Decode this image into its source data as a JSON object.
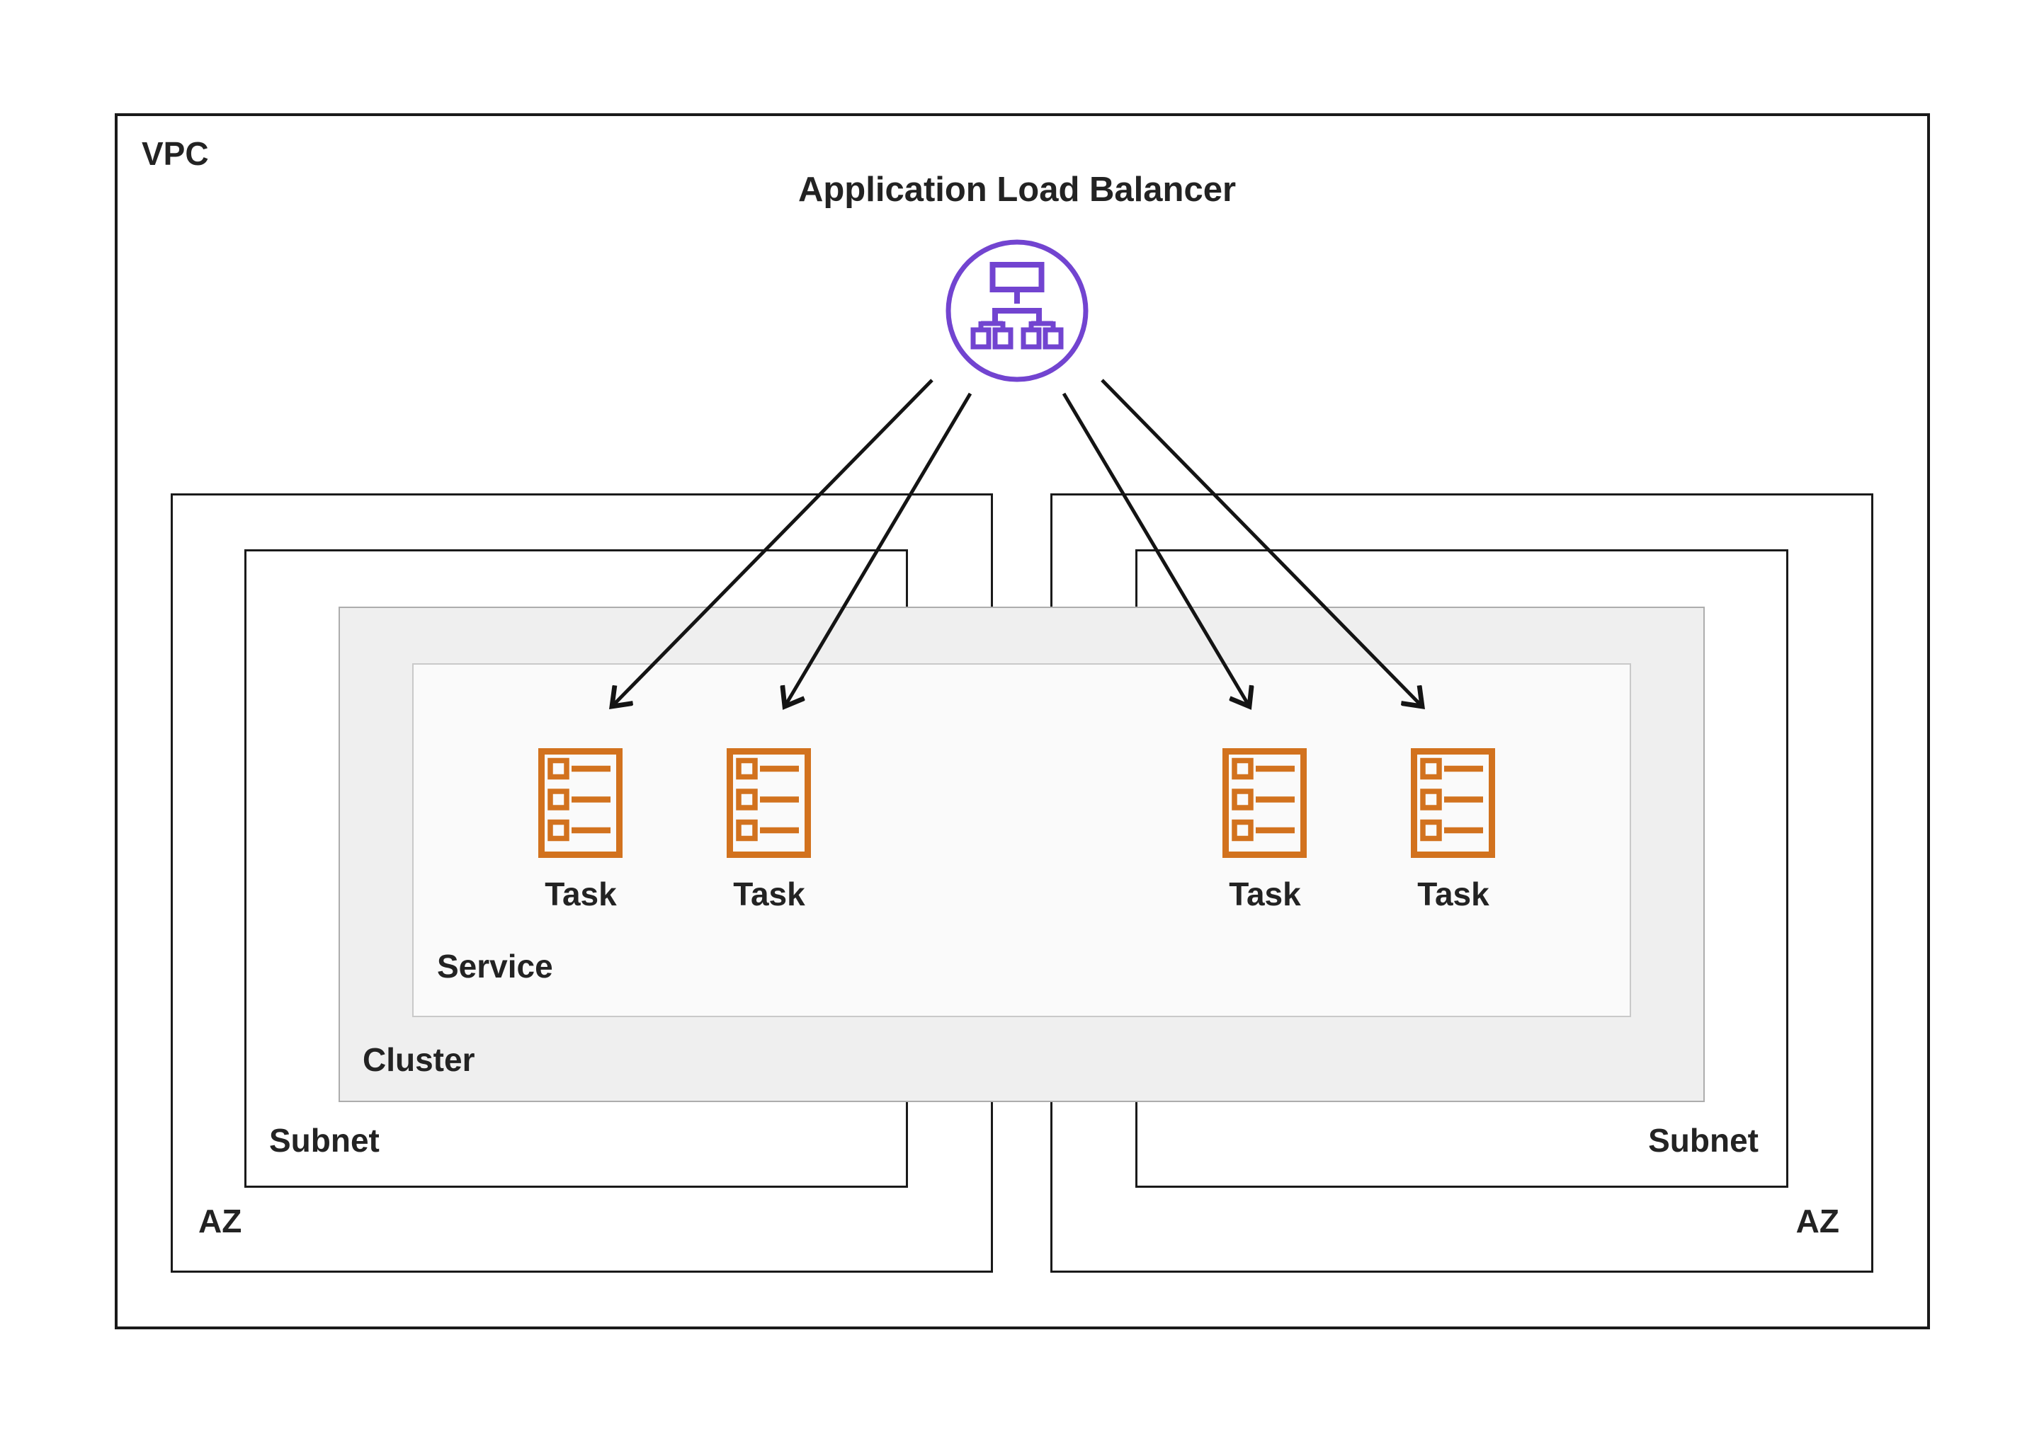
{
  "diagram": {
    "title": "Application Load Balancer",
    "vpc_label": "VPC",
    "cluster_label": "Cluster",
    "service_label": "Service",
    "availability_zones": [
      {
        "label": "AZ",
        "subnet_label": "Subnet"
      },
      {
        "label": "AZ",
        "subnet_label": "Subnet"
      }
    ],
    "tasks": [
      {
        "label": "Task"
      },
      {
        "label": "Task"
      },
      {
        "label": "Task"
      },
      {
        "label": "Task"
      }
    ],
    "icons": {
      "load_balancer": "load-balancer-network-tree-in-circle",
      "task": "checklist-document"
    },
    "colors": {
      "load_balancer_purple": "#7244D0",
      "task_orange": "#D2721E",
      "cluster_bg": "#EFEFEF",
      "cluster_border": "#ADADAD",
      "service_bg": "#FAFAFA",
      "service_border": "#C9C9C9",
      "box_border": "#1A1A1A",
      "arrow": "#141414",
      "text": "#232323"
    }
  }
}
